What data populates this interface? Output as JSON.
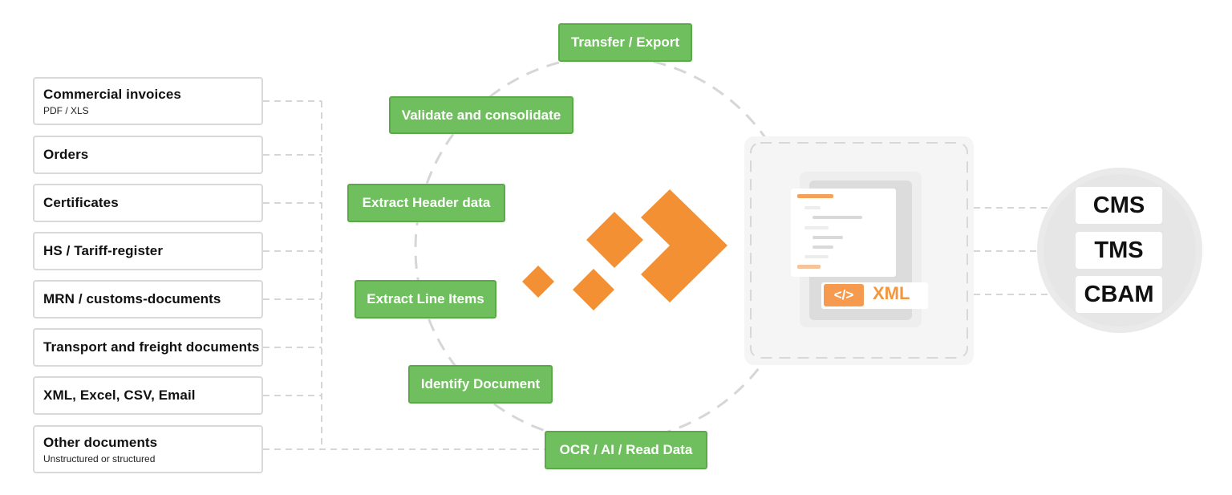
{
  "sources": [
    {
      "title": "Commercial invoices",
      "subtitle": "PDF / XLS"
    },
    {
      "title": "Orders"
    },
    {
      "title": "Certificates"
    },
    {
      "title": "HS / Tariff-register"
    },
    {
      "title": "MRN / customs-documents"
    },
    {
      "title": "Transport and freight documents"
    },
    {
      "title": "XML, Excel, CSV, Email"
    },
    {
      "title": "Other documents",
      "subtitle": "Unstructured or structured"
    }
  ],
  "steps": [
    {
      "label": "Transfer / Export"
    },
    {
      "label": "Validate and consolidate"
    },
    {
      "label": "Extract Header data"
    },
    {
      "label": "Extract Line Items"
    },
    {
      "label": "Identify Document"
    },
    {
      "label": "OCR / AI / Read Data"
    }
  ],
  "output": {
    "code_badge": "</>",
    "format_label": "XML"
  },
  "targets": [
    {
      "label": "CMS"
    },
    {
      "label": "TMS"
    },
    {
      "label": "CBAM"
    }
  ],
  "colors": {
    "step_green": "#6fbf5e",
    "accent_orange": "#f59a4e",
    "connector_gray": "#d6d6d6"
  }
}
